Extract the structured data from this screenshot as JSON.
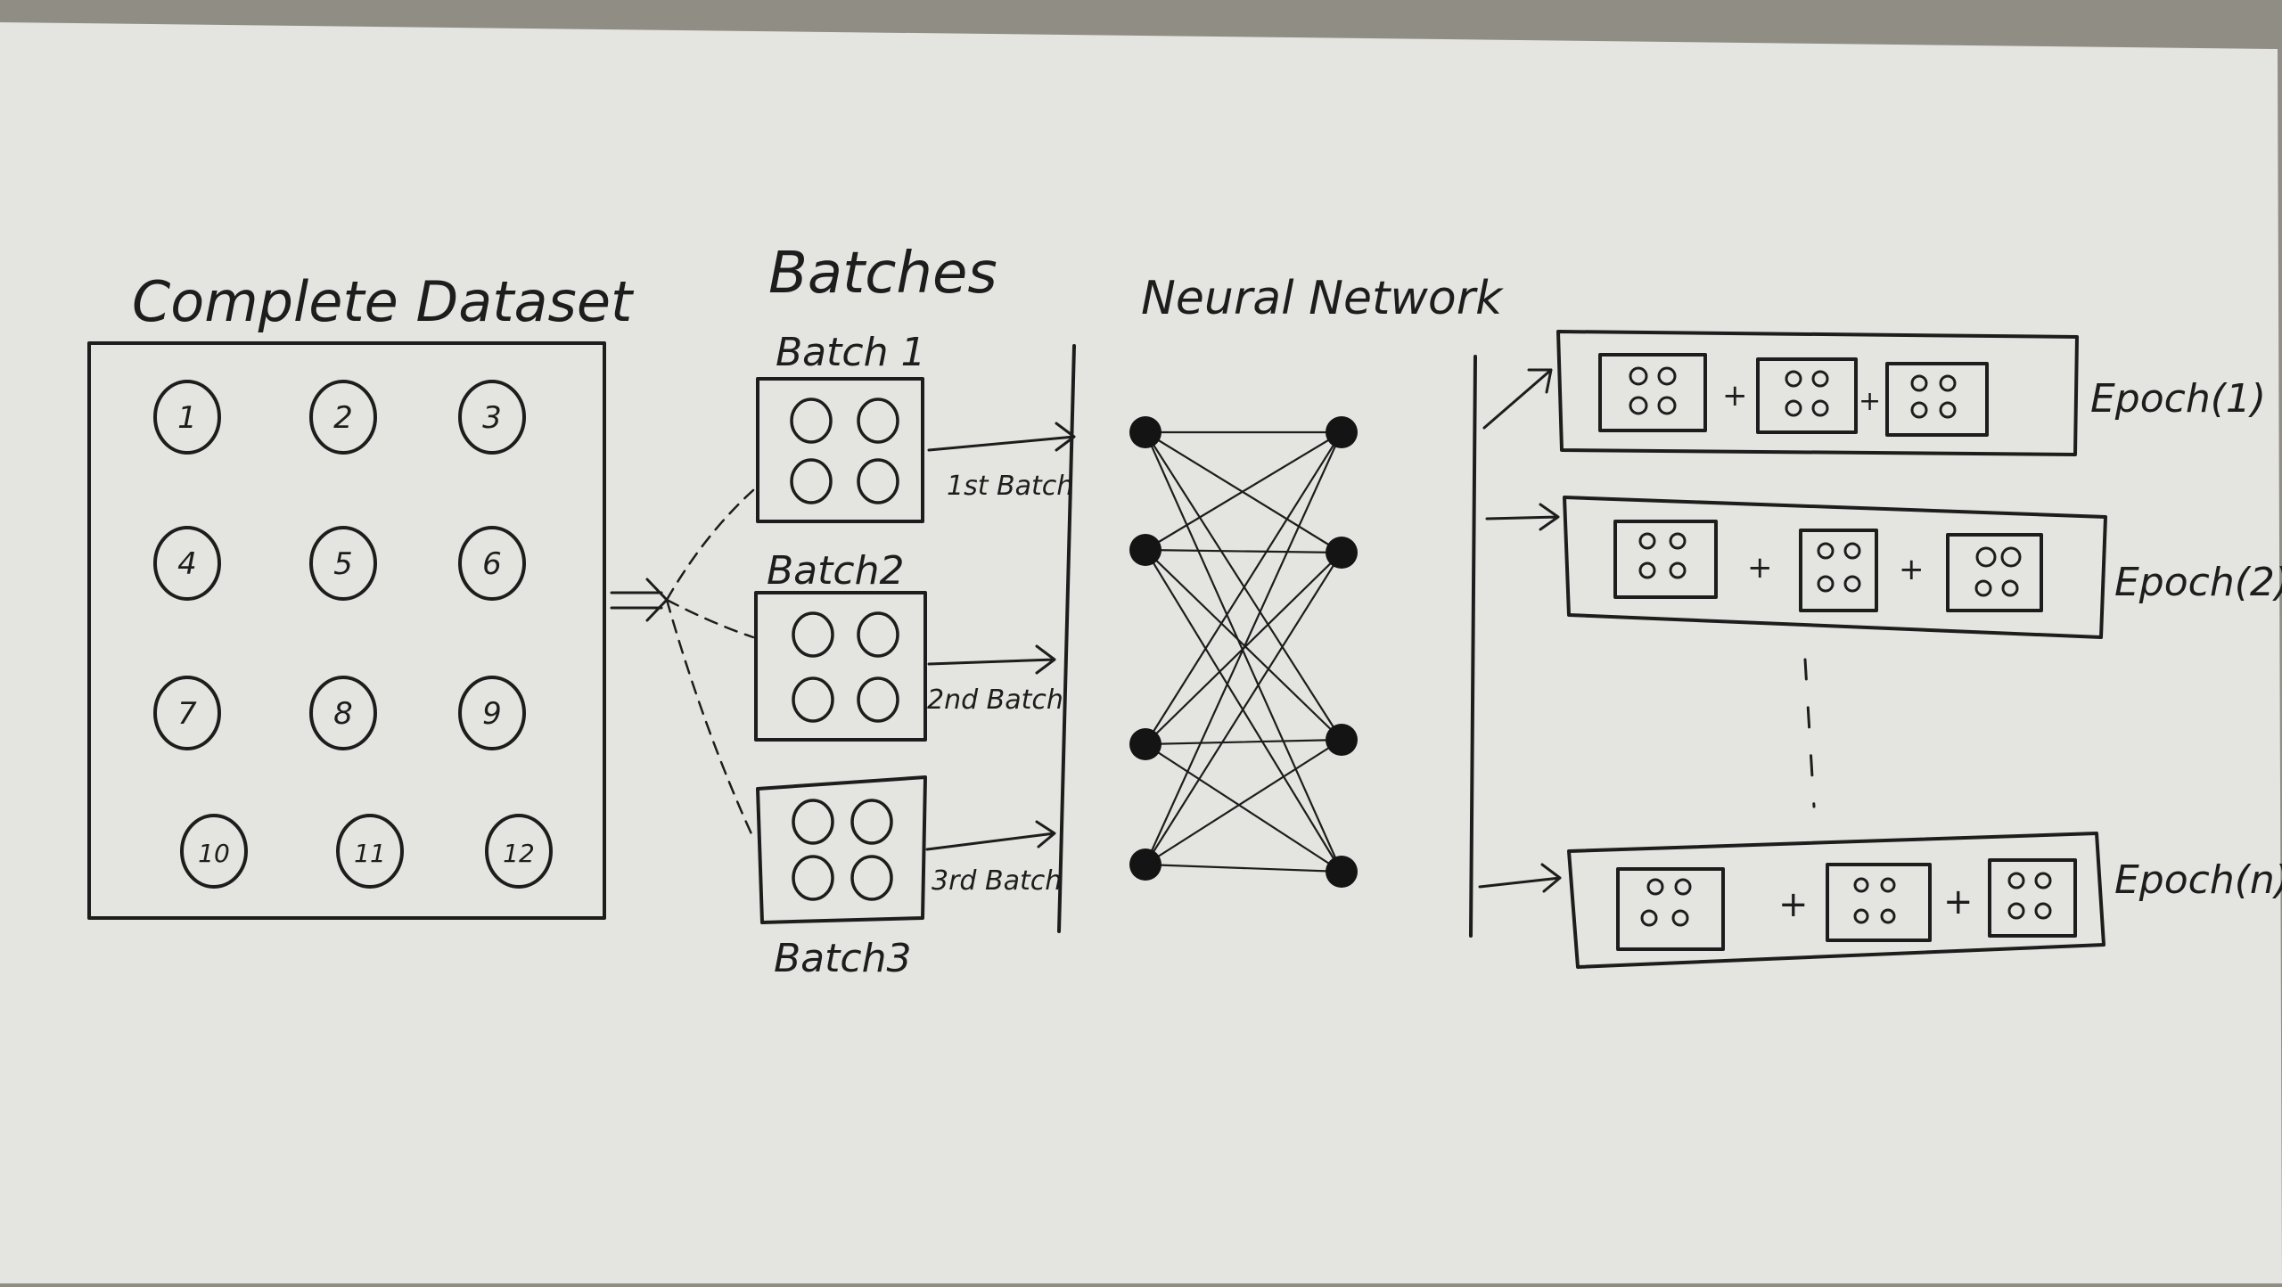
{
  "dataset": {
    "title": "Complete Dataset",
    "samples": [
      "1",
      "2",
      "3",
      "4",
      "5",
      "6",
      "7",
      "8",
      "9",
      "10",
      "11",
      "12"
    ]
  },
  "batches": {
    "title": "Batches",
    "labels": [
      "Batch 1",
      "Batch2",
      "Batch3"
    ],
    "arrow_labels": [
      "1st Batch",
      "2nd Batch",
      "3rd Batch"
    ]
  },
  "network": {
    "title": "Neural Network",
    "input_nodes": 4,
    "output_nodes": 4
  },
  "epochs": {
    "labels": [
      "Epoch(1)",
      "Epoch(2)",
      "Epoch(n)"
    ],
    "operator": "+"
  },
  "colors": {
    "paper": "#e6e6e2",
    "ink": "#1d1d1d",
    "table": "#8f8d84"
  }
}
